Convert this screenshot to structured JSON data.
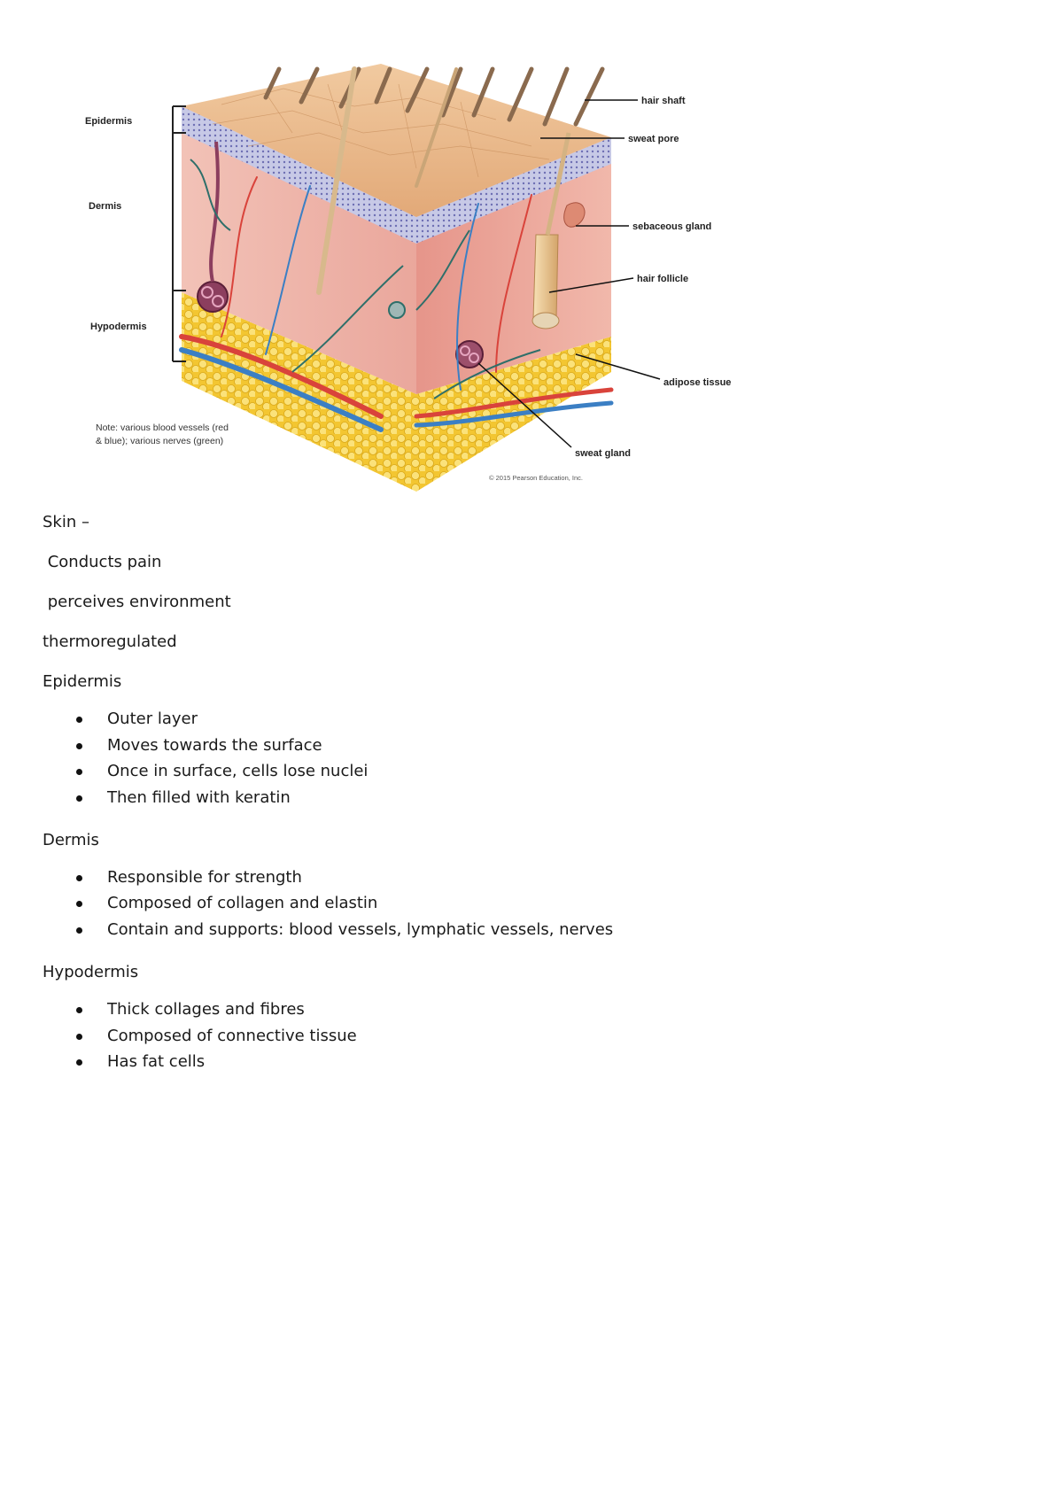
{
  "figure": {
    "labels": {
      "epidermis": "Epidermis",
      "dermis": "Dermis",
      "hypodermis": "Hypodermis",
      "hair_shaft": "hair shaft",
      "sweat_pore": "sweat pore",
      "sebaceous_gland": "sebaceous gland",
      "hair_follicle": "hair follicle",
      "adipose_tissue": "adipose tissue",
      "sweat_gland": "sweat gland"
    },
    "note_line1": "Note: various blood vessels (red",
    "note_line2": "& blue); various nerves (green)",
    "credit": "© 2015 Pearson Education, Inc.",
    "colors": {
      "epidermis_top": "#e8b98a",
      "dermis": "#f0b5ad",
      "adipose": "#f6d24a",
      "artery": "#d9433b",
      "vein": "#3b7fc4",
      "nerve": "#2e6f6a"
    }
  },
  "notes": {
    "skin_heading": "Skin –",
    "skin_lines": [
      " Conducts pain",
      " perceives environment",
      "thermoregulated"
    ],
    "sections": [
      {
        "heading": "Epidermis",
        "items": [
          "Outer layer",
          "Moves towards the surface",
          "Once in surface, cells lose nuclei",
          "Then filled with keratin"
        ]
      },
      {
        "heading": "Dermis",
        "items": [
          "Responsible for strength",
          "Composed of collagen and elastin",
          "Contain and supports: blood vessels, lymphatic vessels, nerves"
        ]
      },
      {
        "heading": "Hypodermis",
        "items": [
          "Thick collages and fibres",
          "Composed of connective tissue",
          "Has fat cells"
        ]
      }
    ]
  }
}
